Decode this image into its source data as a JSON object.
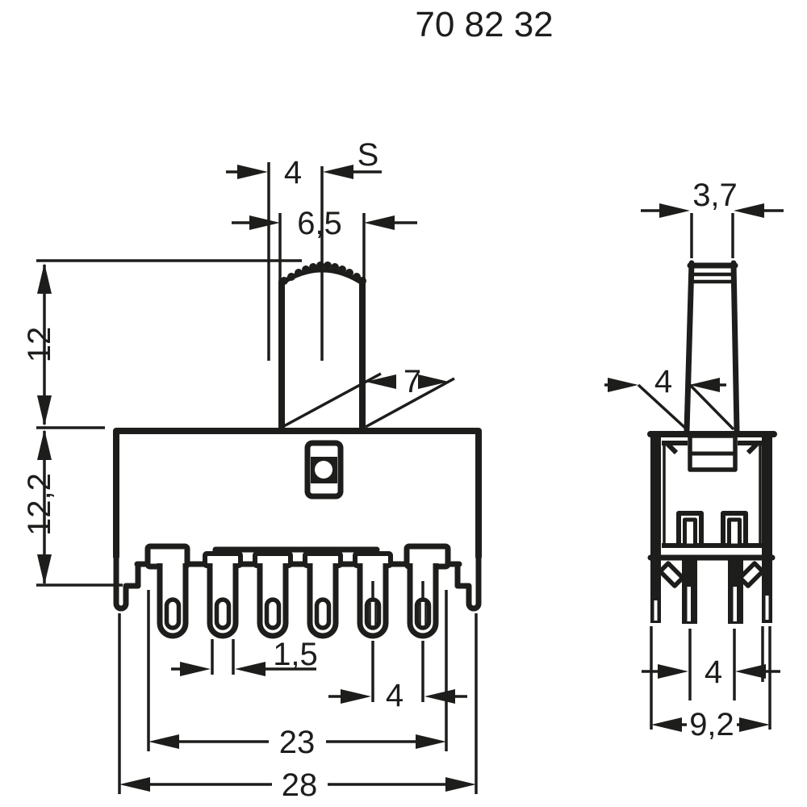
{
  "title": "70 82 32",
  "colors": {
    "ink": "#1d1d1b",
    "paper": "#ffffff"
  },
  "front_view": {
    "dim_travel": "4",
    "dim_slider": "S",
    "dim_knob_width": "6,5",
    "dim_knob_base": "7",
    "dim_knob_height": "12",
    "dim_body_height": "12,2",
    "dim_pin_thickness": "1,5",
    "dim_pin_pitch": "4",
    "dim_pin_span": "23",
    "dim_overall_width": "28"
  },
  "side_view": {
    "dim_stem_top": "3,7",
    "dim_stem_base": "4",
    "dim_pin_spacing": "4",
    "dim_depth": "9,2"
  }
}
